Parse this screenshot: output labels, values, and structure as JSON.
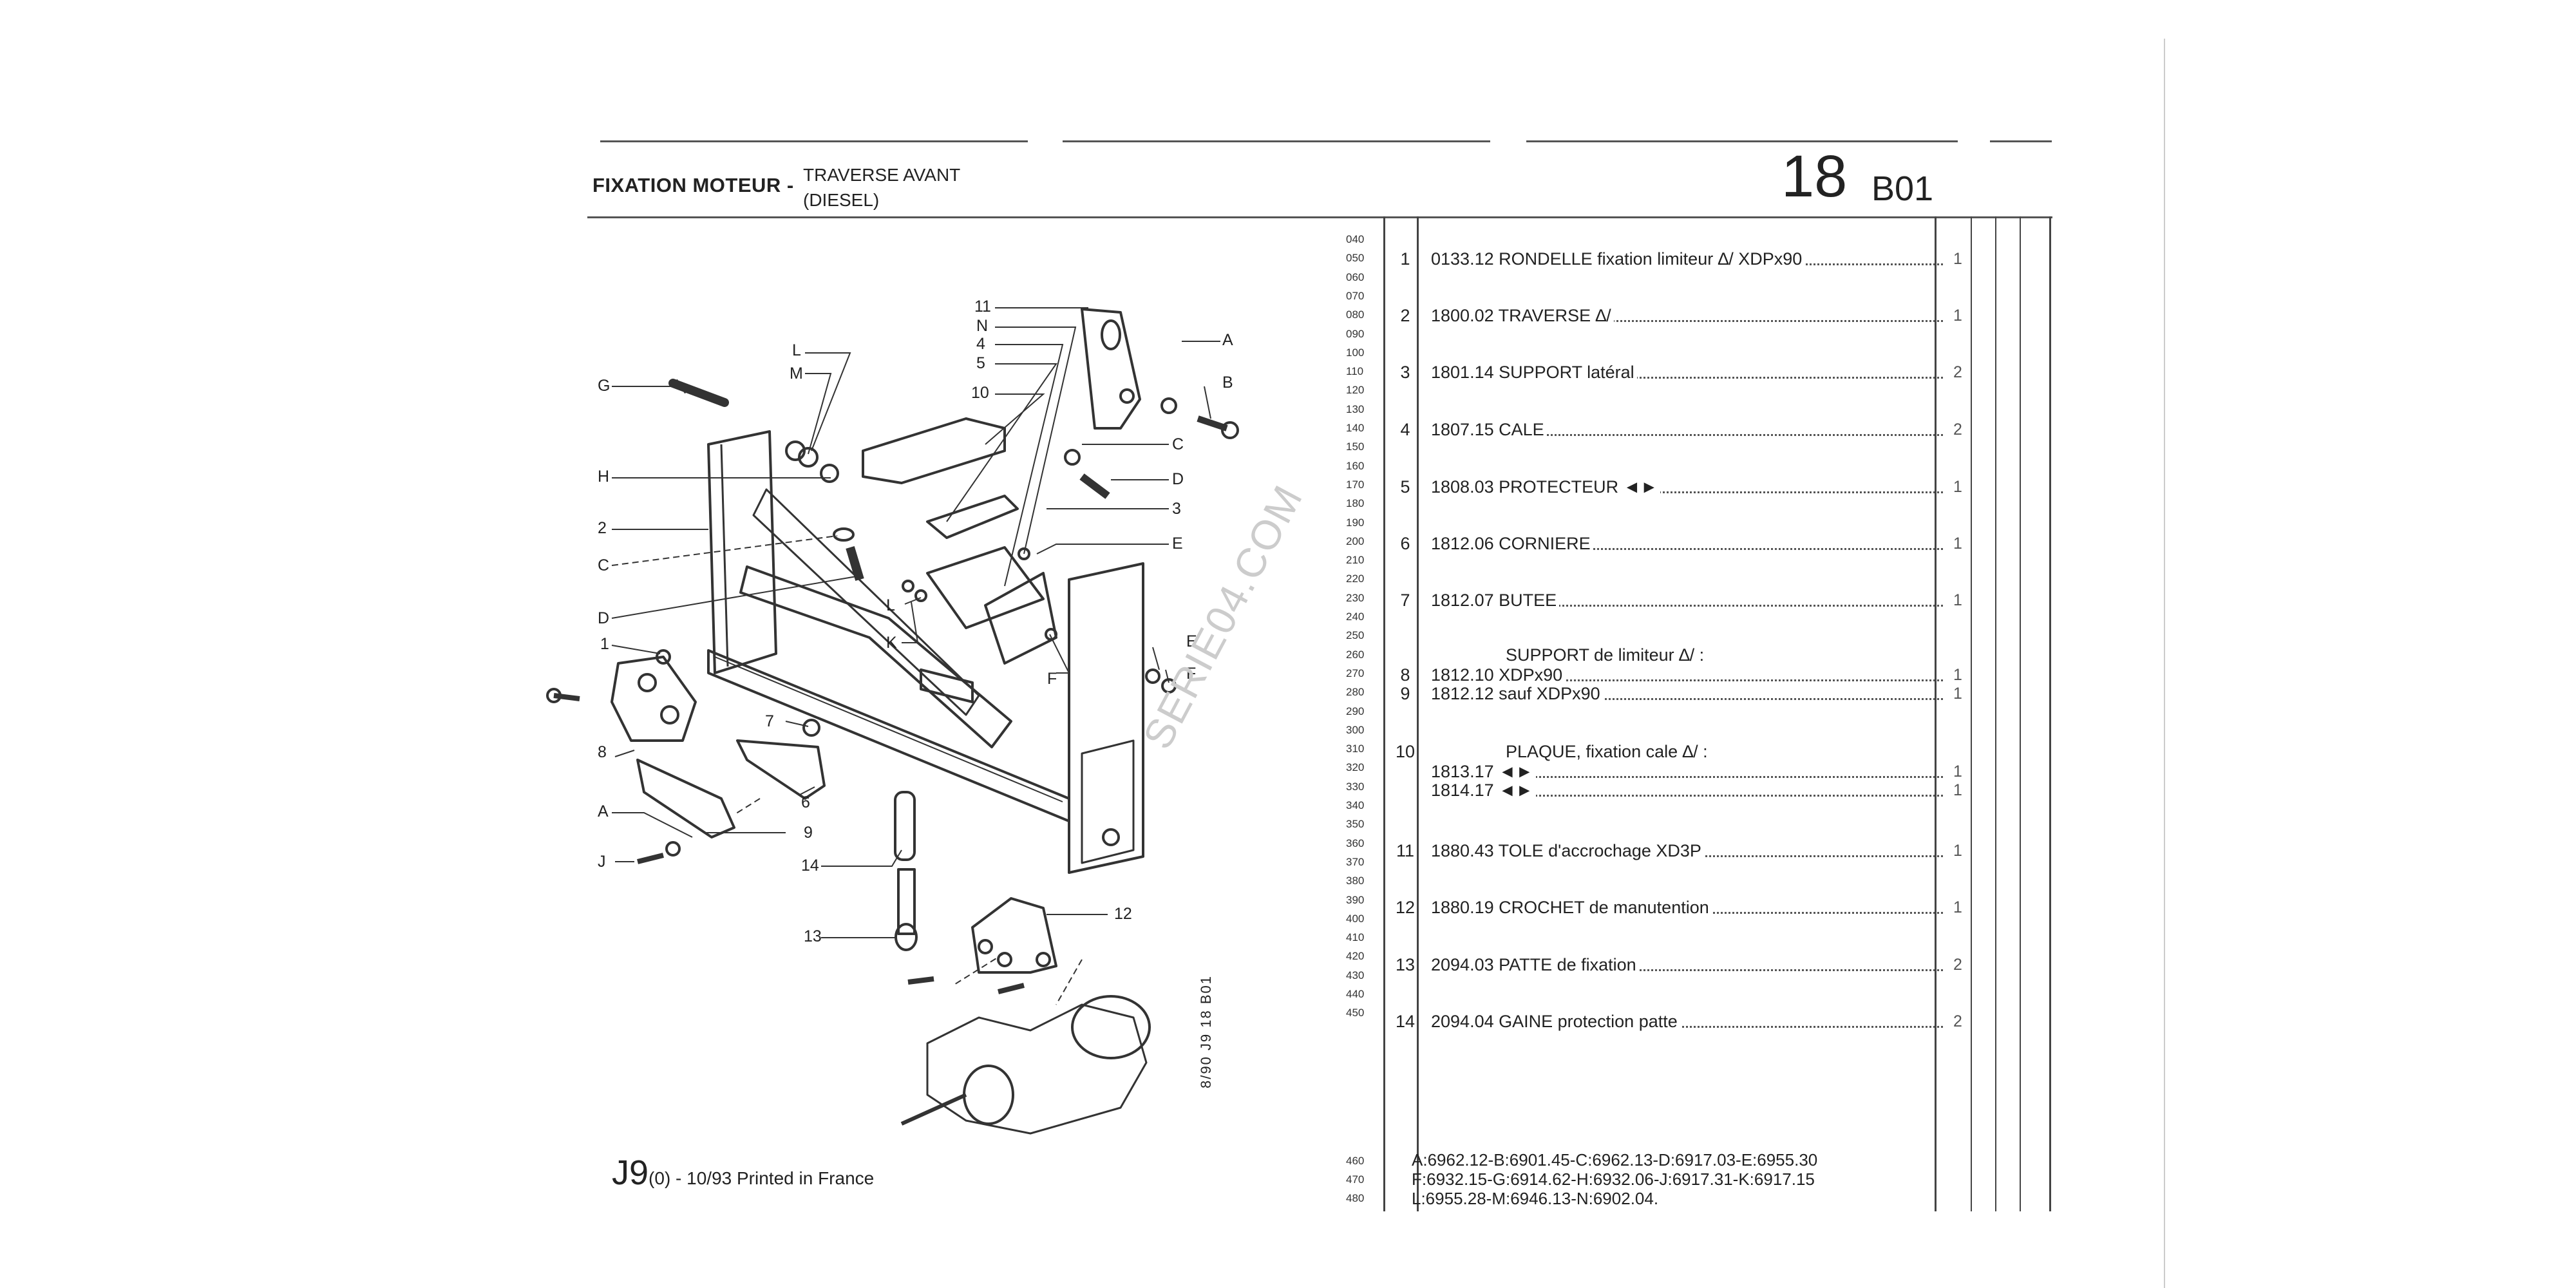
{
  "header": {
    "title": "FIXATION MOTEUR -",
    "subtitle_1": "TRAVERSE AVANT",
    "subtitle_2": "(DIESEL)",
    "page_number": "18",
    "page_code": "B01"
  },
  "footer": {
    "code_big": "J9",
    "code_small": "(0) - 10/93 Printed in France"
  },
  "side_code": "8/90  J9  18 B01",
  "watermark": "SERIE04.COM",
  "line_numbers": [
    "040",
    "050",
    "060",
    "070",
    "080",
    "090",
    "100",
    "110",
    "120",
    "130",
    "140",
    "150",
    "160",
    "170",
    "180",
    "190",
    "200",
    "210",
    "220",
    "230",
    "240",
    "250",
    "260",
    "270",
    "280",
    "290",
    "300",
    "310",
    "320",
    "330",
    "340",
    "350",
    "360",
    "370",
    "380",
    "390",
    "400",
    "410",
    "420",
    "430",
    "440",
    "450"
  ],
  "end_line_numbers": [
    "460",
    "470",
    "480"
  ],
  "parts": [
    {
      "n": "1",
      "desc": "0133.12 RONDELLE fixation limiteur ∆/ XDPx90",
      "qty": "1"
    },
    {
      "n": "2",
      "desc": "1800.02 TRAVERSE ∆/",
      "qty": "1"
    },
    {
      "n": "3",
      "desc": "1801.14 SUPPORT latéral",
      "qty": "2"
    },
    {
      "n": "4",
      "desc": "1807.15 CALE",
      "qty": "2"
    },
    {
      "n": "5",
      "desc": "1808.03 PROTECTEUR ◄►",
      "qty": "1"
    },
    {
      "n": "6",
      "desc": "1812.06 CORNIERE",
      "qty": "1"
    },
    {
      "n": "7",
      "desc": "1812.07 BUTEE",
      "qty": "1"
    },
    {
      "n": "11",
      "desc": "1880.43 TOLE d'accrochage XD3P",
      "qty": "1"
    },
    {
      "n": "12",
      "desc": "1880.19 CROCHET de manutention",
      "qty": "1"
    },
    {
      "n": "13",
      "desc": "2094.03 PATTE de fixation",
      "qty": "2"
    },
    {
      "n": "14",
      "desc": "2094.04 GAINE protection patte",
      "qty": "2"
    }
  ],
  "group_support": {
    "heading": "SUPPORT de limiteur ∆/ :",
    "rows": [
      {
        "n": "8",
        "desc": "1812.10  XDPx90",
        "qty": "1"
      },
      {
        "n": "9",
        "desc": "1812.12  sauf XDPx90",
        "qty": "1"
      }
    ]
  },
  "group_plaque": {
    "n": "10",
    "heading": "PLAQUE, fixation cale ∆/ :",
    "rows": [
      {
        "desc": "1813.17 ◄►",
        "qty": "1"
      },
      {
        "desc": "1814.17 ◄►",
        "qty": "1"
      }
    ]
  },
  "references": [
    "A:6962.12-B:6901.45-C:6962.13-D:6917.03-E:6955.30",
    "F:6932.15-G:6914.62-H:6932.06-J:6917.31-K:6917.15",
    "L:6955.28-M:6946.13-N:6902.04."
  ],
  "diagram_labels": {
    "l11": "11",
    "lN": "N",
    "l4": "4",
    "l5": "5",
    "l10": "10",
    "lA1": "A",
    "lB": "B",
    "lC1": "C",
    "lD1": "D",
    "l3": "3",
    "lE1": "E",
    "lL1": "L",
    "lM": "M",
    "lG": "G",
    "lH": "H",
    "l2": "2",
    "lC2": "C",
    "lD2": "D",
    "l1": "1",
    "lL2": "L",
    "lK": "K",
    "lF1": "F",
    "lE2": "E",
    "lF2": "F",
    "l7": "7",
    "l8": "8",
    "l6": "6",
    "lA2": "A",
    "l9": "9",
    "lJ": "J",
    "l14": "14",
    "l13": "13",
    "l12": "12"
  }
}
